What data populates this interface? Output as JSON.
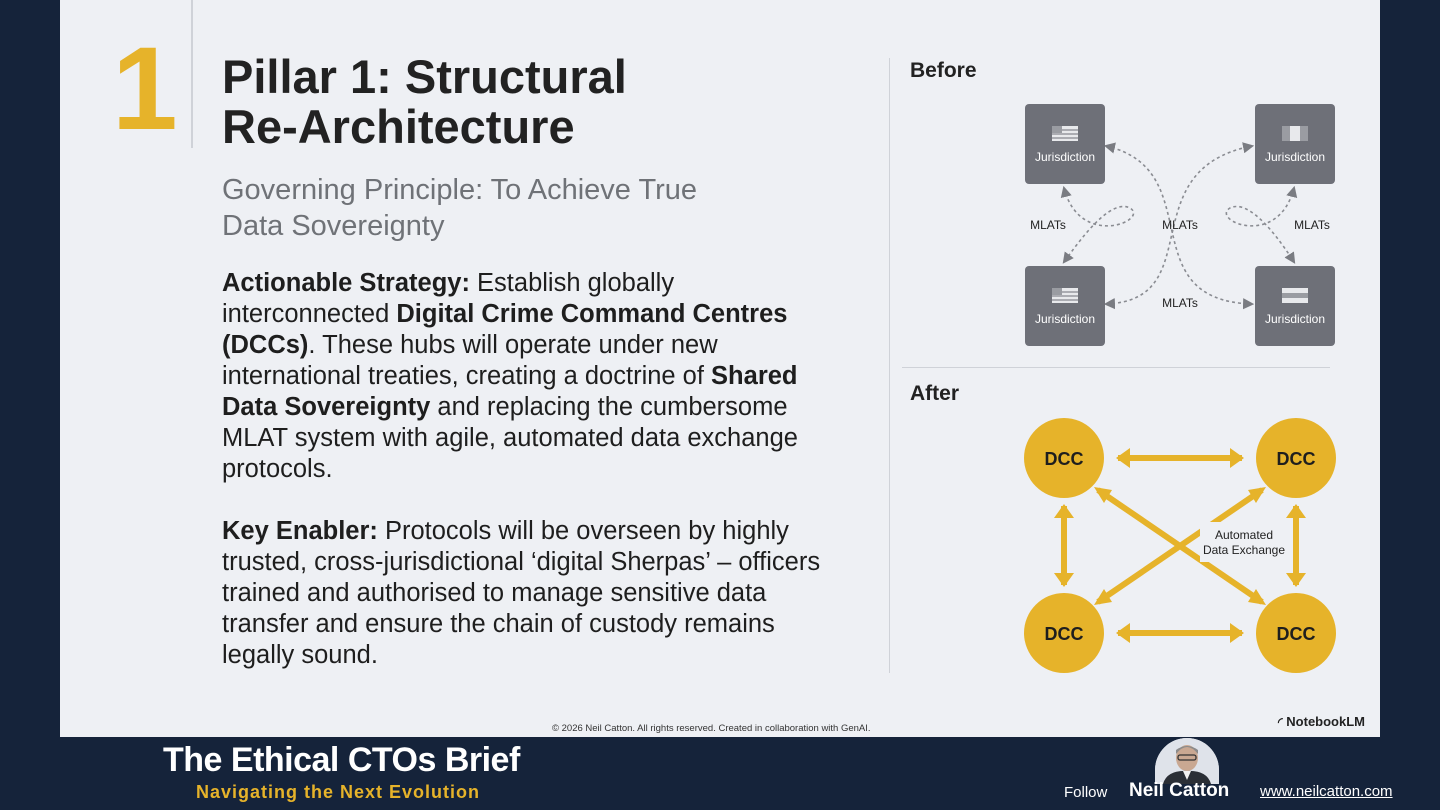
{
  "slide": {
    "pillar_number": "1",
    "title_line1": "Pillar 1: Structural",
    "title_line2": "Re-Architecture",
    "principle_line1": "Governing Principle: To Achieve True",
    "principle_line2": "Data Sovereignty",
    "para1": {
      "label": "Actionable Strategy:",
      "text1": " Establish globally interconnected ",
      "bold1": "Digital Crime Command Centres (DCCs)",
      "text2": ". These hubs will operate under new international treaties, creating a doctrine of ",
      "bold2": "Shared Data Sovereignty",
      "text3": " and replacing the cumbersome MLAT system with agile, automated data exchange protocols."
    },
    "para2": {
      "label": "Key Enabler:",
      "text": " Protocols will be overseen by highly trusted, cross-jurisdictional ‘digital Sherpas’ – officers trained and authorised to manage sensitive data transfer and ensure the chain of custody remains legally sound."
    },
    "before_label": "Before",
    "after_label": "After",
    "jurisdictions": [
      "Jurisdiction",
      "Jurisdiction",
      "Jurisdiction",
      "Jurisdiction"
    ],
    "mlat_labels": [
      "MLATs",
      "MLATs",
      "MLATs",
      "MLATs"
    ],
    "dcc_nodes": [
      "DCC",
      "DCC",
      "DCC",
      "DCC"
    ],
    "exchange_label_line1": "Automated",
    "exchange_label_line2": "Data Exchange",
    "copyright": "© 2026 Neil Catton. All rights reserved. Created in collaboration with GenAI.",
    "notebook_label": "NotebookLM"
  },
  "footer": {
    "brand_title": "The Ethical CTOs Brief",
    "brand_tagline": "Navigating the Next Evolution",
    "follow_label": "Follow",
    "author_name": "Neil Catton",
    "website": "www.neilcatton.com"
  },
  "colors": {
    "accent": "#e6b32a",
    "background": "#15233a",
    "slide": "#eef0f4",
    "jurisdiction_box": "#6e7078"
  }
}
